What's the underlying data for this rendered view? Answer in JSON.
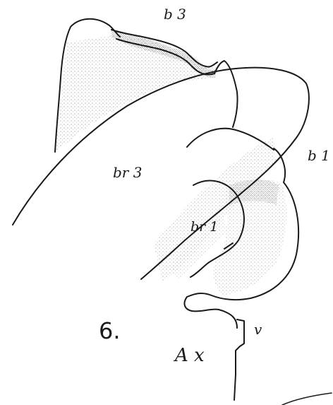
{
  "figure": {
    "number": "6.",
    "labels": {
      "b3": "b 3",
      "b1": "b 1",
      "br3": "br 3",
      "br1": "br 1",
      "v": "v",
      "ax": "A x"
    }
  },
  "colors": {
    "ink": "#1a1a1a",
    "stipple": "#8a8a8a",
    "paper": "#ffffff"
  }
}
